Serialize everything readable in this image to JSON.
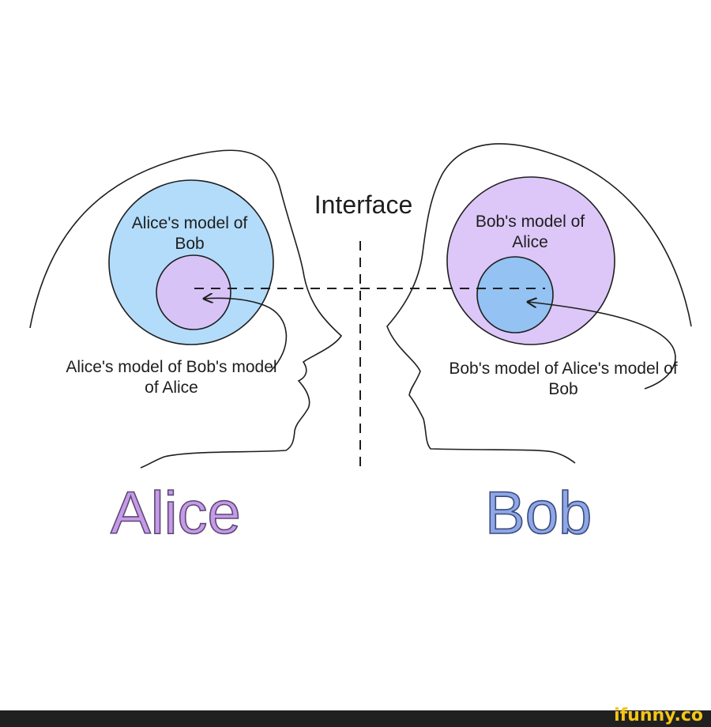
{
  "labels": {
    "interface": "Interface",
    "alice_model_of_bob": "Alice's model of Bob",
    "bob_model_of_alice": "Bob's model of Alice",
    "alice_nested": "Alice's model of Bob's model of Alice",
    "bob_nested": "Bob's model of Alice's model of Bob",
    "alice": "Alice",
    "bob": "Bob"
  },
  "watermark": "ifunny.co",
  "colors": {
    "alice_outer_circle": "#b3dcfb",
    "alice_inner_circle": "#d8c3f7",
    "bob_outer_circle": "#dcc7f8",
    "bob_inner_circle": "#93c2f3",
    "alice_name": "#c79ae8",
    "bob_name": "#8ea7e6",
    "outline": "#1e1e1e",
    "footer_bar": "#202020",
    "watermark": "#f5c518"
  }
}
